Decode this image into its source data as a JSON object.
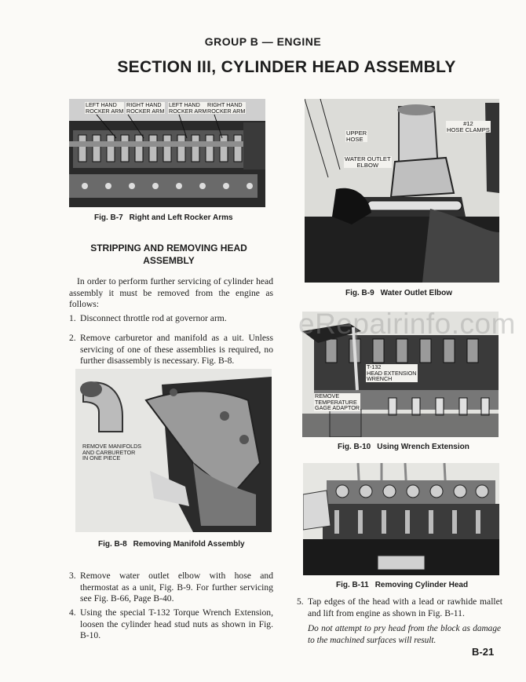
{
  "header": {
    "group": "GROUP B — ENGINE",
    "section_title": "SECTION III, CYLINDER HEAD ASSEMBLY"
  },
  "figures": {
    "b7": {
      "fig": "Fig. B-7",
      "title": "Right and Left Rocker Arms",
      "labels": {
        "l1a": "LEFT HAND",
        "l1b": "ROCKER ARM",
        "l2a": "RIGHT HAND",
        "l2b": "ROCKER ARM",
        "l3a": "LEFT HAND",
        "l3b": "ROCKER ARM",
        "l4a": "RIGHT HAND",
        "l4b": "ROCKER ARM"
      }
    },
    "b8": {
      "fig": "Fig. B-8",
      "title": "Removing Manifold Assembly",
      "labels": {
        "l1": "REMOVE MANIFOLDS",
        "l2": "AND CARBURETOR",
        "l3": "IN ONE PIECE"
      }
    },
    "b9": {
      "fig": "Fig. B-9",
      "title": "Water Outlet Elbow",
      "labels": {
        "upper1": "UPPER",
        "upper2": "HOSE",
        "clamps1": "#12",
        "clamps2": "HOSE CLAMPS",
        "elbow1": "WATER OUTLET",
        "elbow2": "ELBOW"
      }
    },
    "b10": {
      "fig": "Fig. B-10",
      "title": "Using Wrench Extension",
      "labels": {
        "w1": "T-132",
        "w2": "HEAD EXTENSION",
        "w3": "WRENCH",
        "r1": "REMOVE",
        "r2": "TEMPERATURE",
        "r3": "GAGE ADAPTOR"
      }
    },
    "b11": {
      "fig": "Fig. B-11",
      "title": "Removing Cylinder Head"
    }
  },
  "stripping": {
    "heading_line1": "STRIPPING AND REMOVING HEAD",
    "heading_line2": "ASSEMBLY",
    "intro": "In order to perform further servicing of cylinder head assembly it must be removed from the engine as follows:"
  },
  "steps": [
    {
      "num": "1.",
      "text": "Disconnect throttle rod at governor arm."
    },
    {
      "num": "2.",
      "text": "Remove carburetor and manifold as a uit. Unless servicing of one of these assemblies is required, no further disassembly is necessary. Fig. B-8."
    },
    {
      "num": "3.",
      "text": "Remove water outlet elbow with hose and thermostat as a unit, Fig. B-9. For further servicing see Fig. B-66, Page B-40."
    },
    {
      "num": "4.",
      "text": "Using the special T-132 Torque Wrench Extension, loosen the cylinder head stud nuts as shown in Fig. B-10."
    },
    {
      "num": "5.",
      "text": "Tap edges of the head with a lead or rawhide mallet and lift from engine as shown in Fig. B-11."
    }
  ],
  "caution": "Do not attempt to pry head from the block as damage to the machined surfaces will result.",
  "page_number": "B-21",
  "watermark": "eRepairinfo.com"
}
